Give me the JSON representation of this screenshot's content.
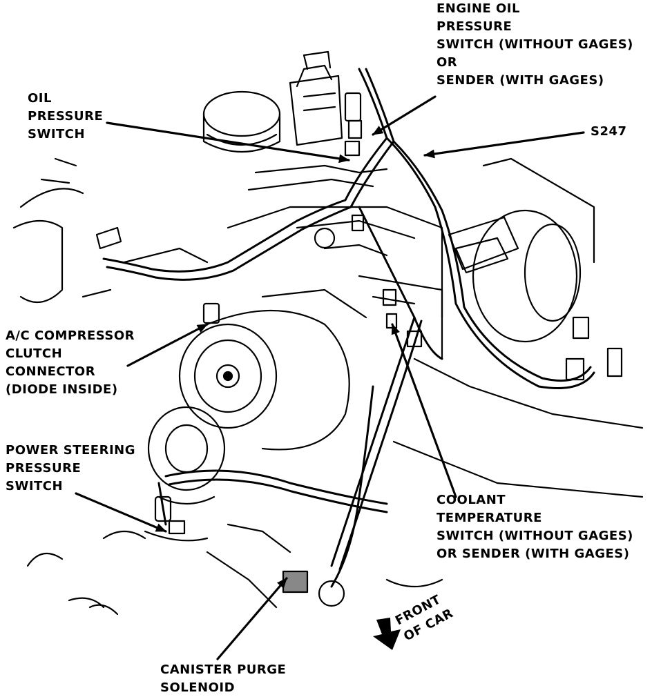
{
  "labels": {
    "engine_oil": "ENGINE OIL\nPRESSURE\nSWITCH (WITHOUT GAGES)\nOR\nSENDER (WITH GAGES)",
    "oil_pressure": "OIL\nPRESSURE\nSWITCH",
    "s247": "S247",
    "ac_compressor": "A/C COMPRESSOR\nCLUTCH\nCONNECTOR\n(DIODE INSIDE)",
    "power_steering": "POWER STEERING\nPRESSURE\nSWITCH",
    "coolant": "COOLANT\nTEMPERATURE\nSWITCH (WITHOUT GAGES)\nOR SENDER (WITH GAGES)",
    "canister": "CANISTER PURGE\nSOLENOID",
    "front": "FRONT\nOF CAR"
  },
  "colors": {
    "ink": "#000000",
    "paper": "#ffffff"
  }
}
